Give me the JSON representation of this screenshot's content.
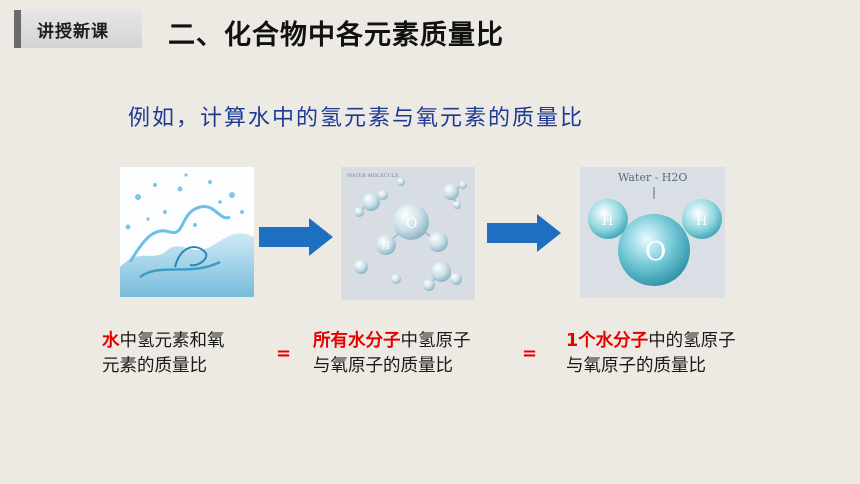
{
  "header": {
    "section_tag": "讲授新课",
    "title": "二、化合物中各元素质量比"
  },
  "subtitle": "例如，计算水中的氢元素与氧元素的质量比",
  "images": {
    "molecules_caption": "WATER MOLECULE",
    "h2o_label": "Water - H2O",
    "atom_o": "O",
    "atom_h": "H"
  },
  "descriptions": [
    {
      "highlight": "水",
      "line1_rest": "中氢元素和氧",
      "line2": "元素的质量比"
    },
    {
      "highlight": "所有水分子",
      "line1_rest": "中氢原子",
      "line2": "与氧原子的质量比"
    },
    {
      "highlight": "1个水分子",
      "line1_rest": "中的氢原子",
      "line2": "与氧原子的质量比"
    }
  ],
  "equals_sign": "=",
  "colors": {
    "highlight": "#e60000",
    "arrow": "#1f6fc1",
    "subtitle": "#1f3a93"
  }
}
